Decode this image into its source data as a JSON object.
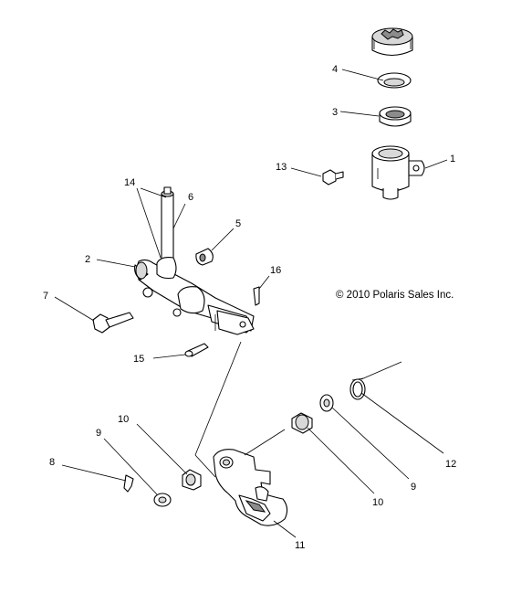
{
  "copyright": "© 2010 Polaris Sales Inc.",
  "callouts": {
    "c1": "1",
    "c2": "2",
    "c3": "3",
    "c4": "4",
    "c5": "5",
    "c6": "6",
    "c7": "7",
    "c8": "8",
    "c9a": "9",
    "c9b": "9",
    "c10a": "10",
    "c10b": "10",
    "c11": "11",
    "c12": "12",
    "c13": "13",
    "c14": "14",
    "c15": "15",
    "c16": "16"
  }
}
